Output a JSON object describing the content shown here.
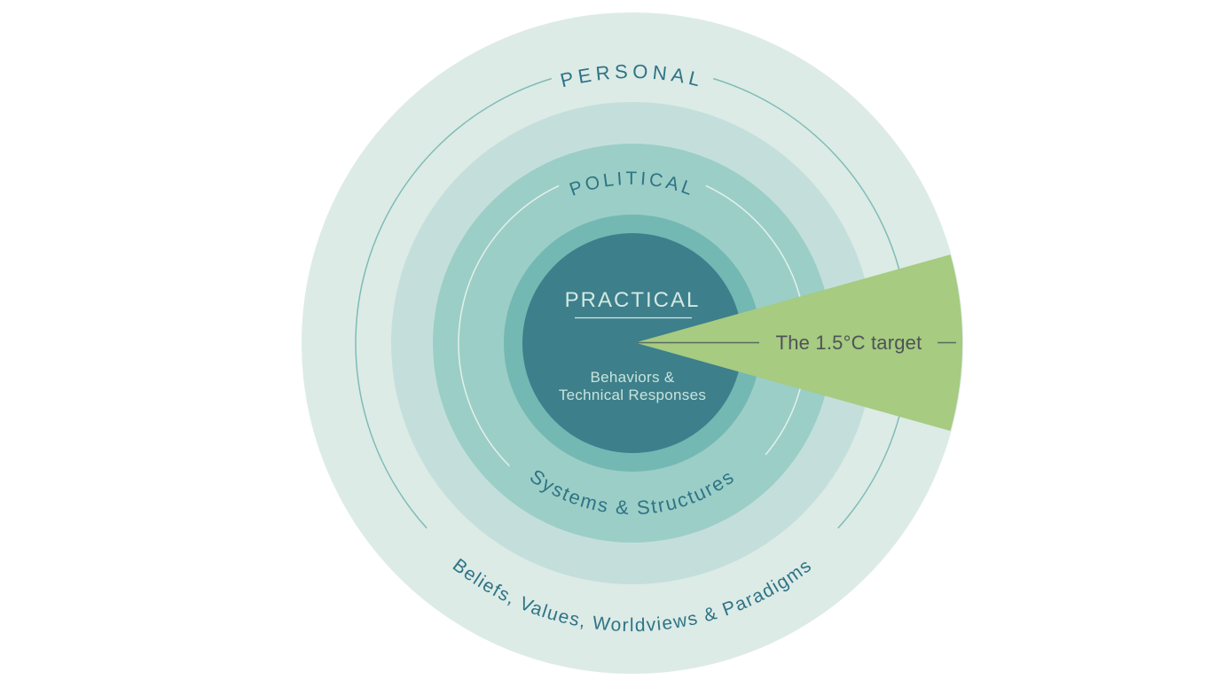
{
  "diagram": {
    "zones": [
      {
        "label": "PERSONAL",
        "sublabel": "Beliefs, Values, Worldviews & Paradigms",
        "outer_band_color": "#DCEBE6",
        "inner_band_color": "#C4DFDB",
        "arc_line_color": "#80BBB5"
      },
      {
        "label": "POLITICAL",
        "sublabel": "Systems & Structures",
        "outer_band_color": "#9BCEC6",
        "inner_band_color": "#74B8B3",
        "arc_line_color": "#E2F1EC"
      },
      {
        "label": "PRACTICAL",
        "sublabel_line1": "Behaviors &",
        "sublabel_line2": "Technical Responses",
        "circle_color": "#3D7F8B"
      }
    ],
    "wedge": {
      "label": "The 1.5°C target",
      "fill_color": "#A6CB81",
      "line_color": "#5A6A5F",
      "label_color": "#4E5357"
    },
    "colors": {
      "background": "#FFFFFF",
      "dark_teal_label": "#2F7386",
      "center_title": "#D2E9E2",
      "center_sub": "#C9E4DC"
    }
  }
}
